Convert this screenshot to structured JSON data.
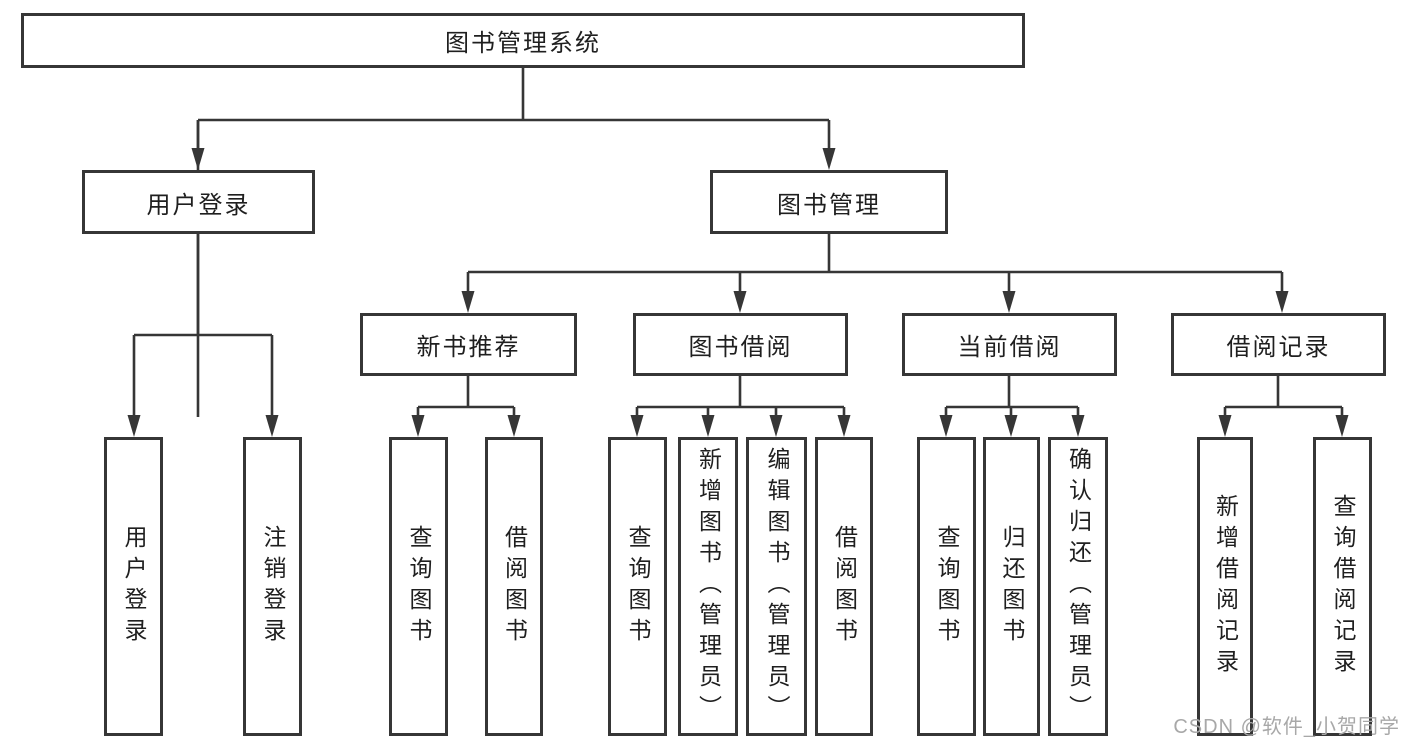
{
  "tree": {
    "root": {
      "label": "图书管理系统"
    },
    "branches": [
      {
        "label": "用户登录",
        "children": [
          {
            "label": "用户登录"
          },
          {
            "label": "注销登录"
          }
        ]
      },
      {
        "label": "图书管理",
        "sections": [
          {
            "label": "新书推荐",
            "children": [
              {
                "label": "查询图书"
              },
              {
                "label": "借阅图书"
              }
            ]
          },
          {
            "label": "图书借阅",
            "children": [
              {
                "label": "查询图书"
              },
              {
                "label": "新增图书（管理员）"
              },
              {
                "label": "编辑图书（管理员）"
              },
              {
                "label": "借阅图书"
              }
            ]
          },
          {
            "label": "当前借阅",
            "children": [
              {
                "label": "查询图书"
              },
              {
                "label": "归还图书"
              },
              {
                "label": "确认归还（管理员）"
              }
            ]
          },
          {
            "label": "借阅记录",
            "children": [
              {
                "label": "新增借阅记录"
              },
              {
                "label": "查询借阅记录"
              }
            ]
          }
        ]
      }
    ]
  },
  "watermark": "CSDN @软件_小贺同学",
  "colors": {
    "line": "#363636",
    "text": "#1f1f1f",
    "watermark": "#a8a8a8",
    "background": "#ffffff"
  }
}
